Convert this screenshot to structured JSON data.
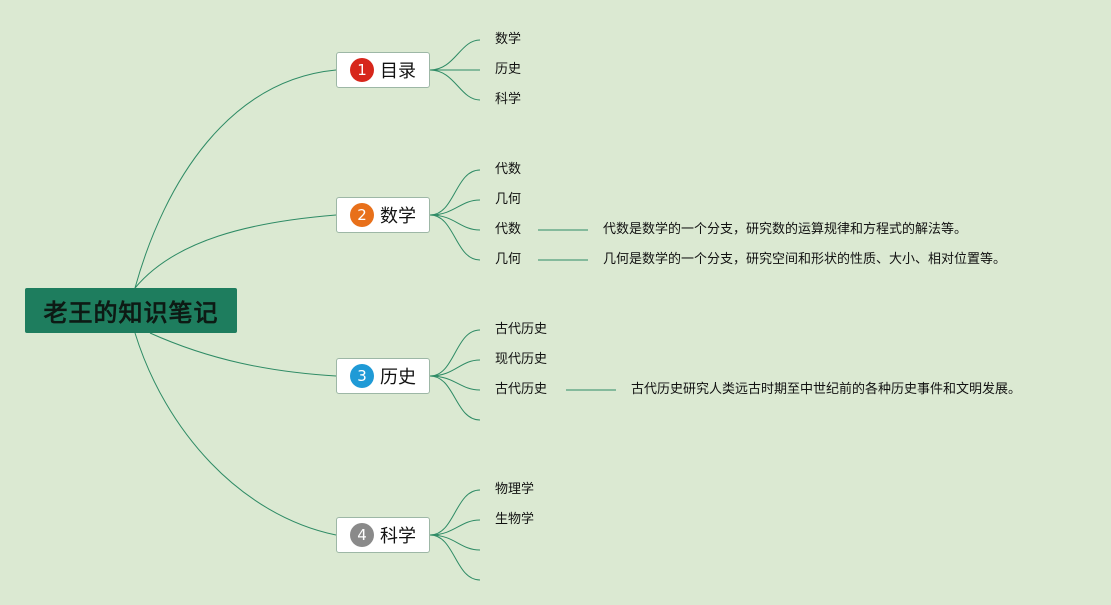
{
  "root": {
    "label": "老王的知识笔记"
  },
  "colors": {
    "background": "#dbe9d2",
    "line": "#2e8b65",
    "root_fill": "#1e7d5e"
  },
  "topics": [
    {
      "number": "1",
      "label": "目录",
      "badge_color": "#d7261b",
      "children": [
        {
          "label": "数学",
          "note": ""
        },
        {
          "label": "历史",
          "note": ""
        },
        {
          "label": "科学",
          "note": ""
        }
      ]
    },
    {
      "number": "2",
      "label": "数学",
      "badge_color": "#e8701a",
      "children": [
        {
          "label": "代数",
          "note": ""
        },
        {
          "label": "几何",
          "note": ""
        },
        {
          "label": "代数",
          "note": "代数是数学的一个分支，研究数的运算规律和方程式的解法等。"
        },
        {
          "label": "几何",
          "note": "几何是数学的一个分支，研究空间和形状的性质、大小、相对位置等。"
        }
      ]
    },
    {
      "number": "3",
      "label": "历史",
      "badge_color": "#1f9ad6",
      "children": [
        {
          "label": "古代历史",
          "note": ""
        },
        {
          "label": "现代历史",
          "note": ""
        },
        {
          "label": "古代历史",
          "note": "古代历史研究人类远古时期至中世纪前的各种历史事件和文明发展。"
        },
        {
          "label": "",
          "note": ""
        }
      ]
    },
    {
      "number": "4",
      "label": "科学",
      "badge_color": "#8a8a8a",
      "children": [
        {
          "label": "物理学",
          "note": ""
        },
        {
          "label": "生物学",
          "note": ""
        },
        {
          "label": "",
          "note": ""
        },
        {
          "label": "",
          "note": ""
        }
      ]
    }
  ]
}
